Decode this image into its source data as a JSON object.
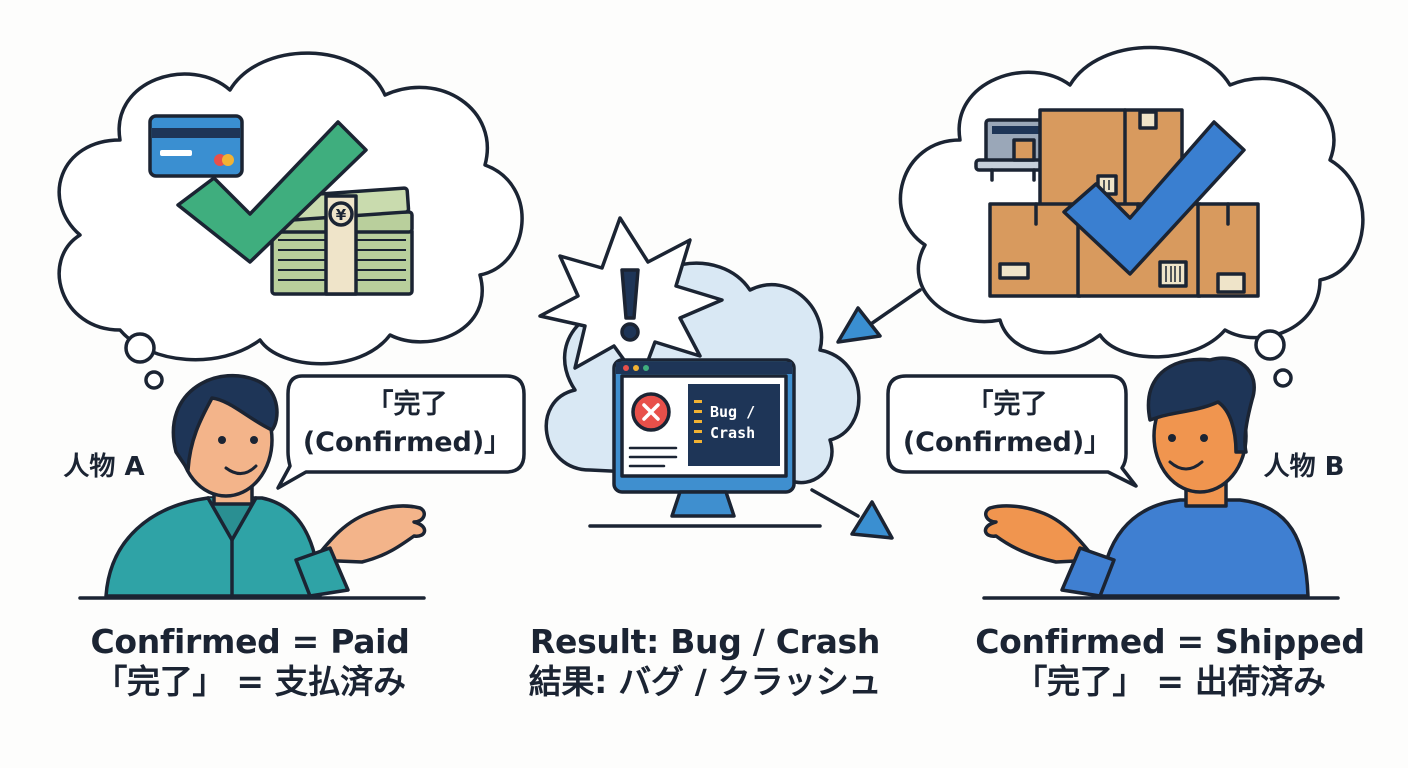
{
  "person_a": {
    "name": "人物 A",
    "speech": [
      "「完了",
      "(Confirmed)」"
    ],
    "caption": [
      "Confirmed = Paid",
      "「完了」 = 支払済み"
    ],
    "thought_icons": [
      "credit-card-icon",
      "check-icon",
      "yen-bills-icon"
    ]
  },
  "person_b": {
    "name": "人物 B",
    "speech": [
      "「完了",
      "(Confirmed)」"
    ],
    "caption": [
      "Confirmed = Shipped",
      "「完了」 = 出荷済み"
    ],
    "thought_icons": [
      "shipping-boxes-icon",
      "check-icon",
      "conveyor-icon"
    ]
  },
  "center": {
    "screen_text": [
      "Bug /",
      "Crash"
    ],
    "caption": [
      "Result: Bug / Crash",
      "結果: バグ / クラッシュ"
    ],
    "icons": [
      "alert-icon",
      "monitor-icon",
      "error-icon",
      "cloud-icon"
    ]
  },
  "colors": {
    "ink": "#1b2433",
    "check_green": "#3fae7e",
    "check_blue": "#3a7fd0",
    "shirt_a": "#2fa3a6",
    "shirt_b": "#3f7fd1",
    "skin_a": "#f3b48a",
    "skin_b": "#f0954f",
    "box": "#d89a5e",
    "cloud_center": "#d9e8f4",
    "screen_dark": "#1e3557"
  }
}
